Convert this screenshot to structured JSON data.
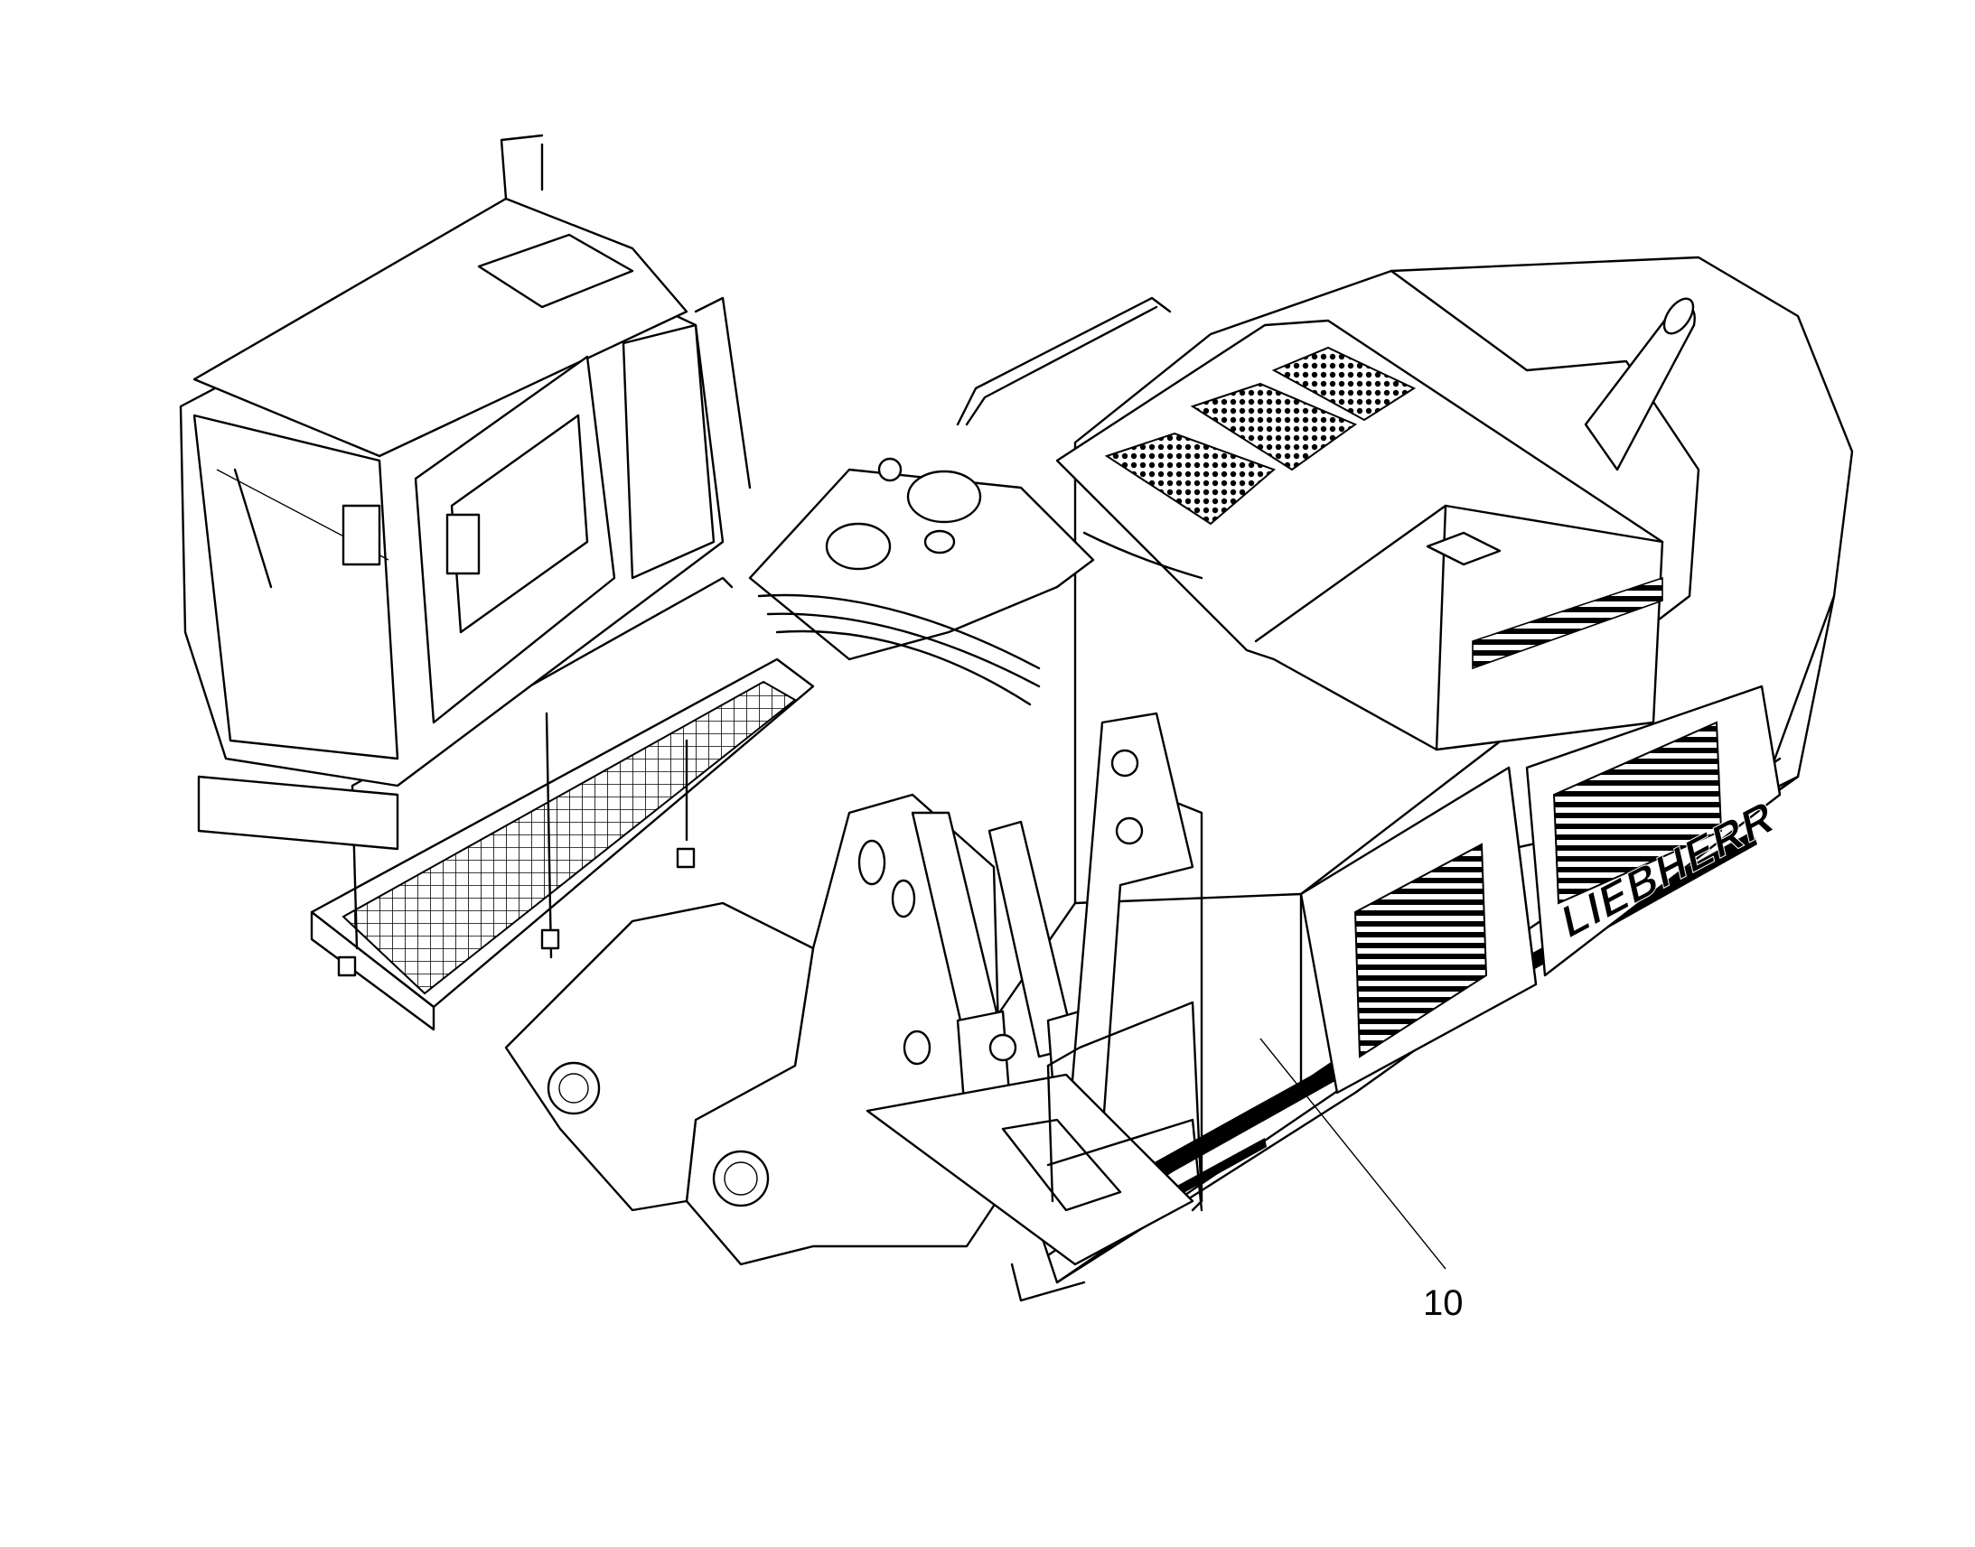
{
  "diagram": {
    "brand_logo": "LIEBHERR",
    "callouts": [
      {
        "label": "10",
        "target": "uppercarriage-side-panel"
      }
    ]
  }
}
